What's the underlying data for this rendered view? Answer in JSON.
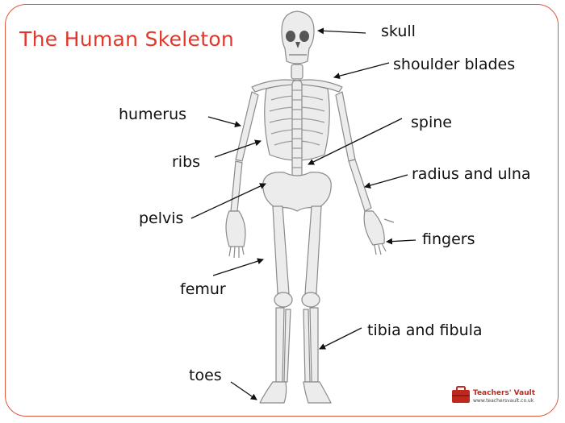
{
  "title": "The Human Skeleton",
  "labels": {
    "skull": "skull",
    "shoulder_blades": "shoulder blades",
    "humerus": "humerus",
    "spine": "spine",
    "ribs": "ribs",
    "radius_ulna": "radius and ulna",
    "pelvis": "pelvis",
    "fingers": "fingers",
    "femur": "femur",
    "tibia_fibula": "tibia and fibula",
    "toes": "toes"
  },
  "logo": {
    "name": "Teachers' Vault",
    "url": "www.teachersvault.co.uk"
  },
  "colors": {
    "accent": "#e2372a",
    "frame": "#e0573e",
    "bone_fill": "#ececec",
    "bone_stroke": "#8a8a8a"
  }
}
